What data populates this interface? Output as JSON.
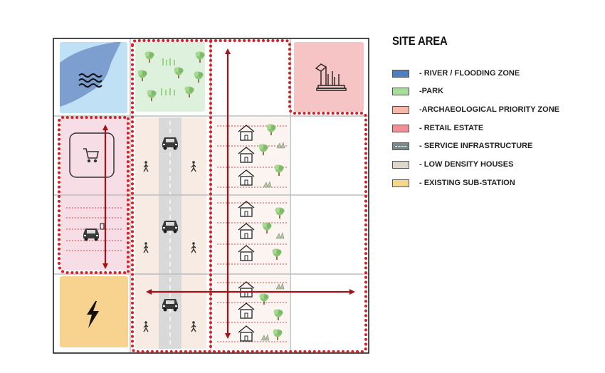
{
  "legend": {
    "title": "SITE AREA",
    "items": [
      {
        "label": "- RIVER / FLOODING ZONE",
        "color": "#4f7fc1",
        "dashed": false
      },
      {
        "label": "-PARK",
        "color": "#a8dd9a",
        "dashed": false
      },
      {
        "label": "-ARCHAEOLOGICAL PRIORITY ZONE",
        "color": "#f5b8a8",
        "dashed": false
      },
      {
        "label": "- RETAIL ESTATE",
        "color": "#ef8f96",
        "dashed": false
      },
      {
        "label": "- SERVICE INFRASTRUCTURE",
        "color": "#7a8a8c",
        "dashed": true
      },
      {
        "label": "- LOW DENSITY HOUSES",
        "color": "#ddd6cc",
        "dashed": false
      },
      {
        "label": "- EXISTING SUB-STATION",
        "color": "#f7d68a",
        "dashed": false
      }
    ]
  },
  "colors": {
    "river_bg": "#bfe0f5",
    "river": "#7d9fcf",
    "park_bg": "#def1dd",
    "archaeology_bg": "#f6c4c4",
    "retail_bg": "#f7dde6",
    "road": "#d9d9d9",
    "road_bg": "#f7ebe4",
    "substation_bg": "#f8d38f",
    "boundary": "#d91f26",
    "arrow": "#a41217",
    "grid": "#bdbdbd"
  }
}
